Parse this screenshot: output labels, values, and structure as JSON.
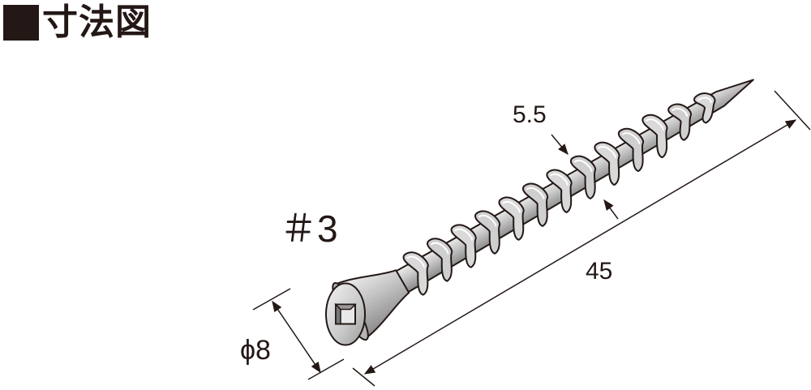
{
  "heading": {
    "title": "寸法図"
  },
  "dimensions": {
    "drive": "＃3",
    "head_diameter": "ϕ8",
    "length": "45",
    "thread_diameter": "5.5"
  },
  "colors": {
    "line": "#231815",
    "body_fill": "#c9c9c9",
    "body_light": "#e6e6e6",
    "body_dark": "#8f8f8f"
  }
}
